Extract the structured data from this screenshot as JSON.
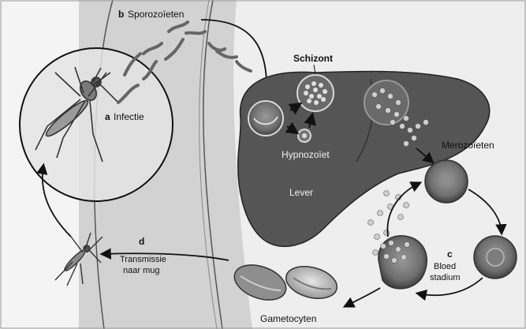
{
  "labels": {
    "a_letter": "a",
    "a_text": "Infectie",
    "b_letter": "b",
    "b_text": "Sporozoïeten",
    "schizont": "Schizont",
    "hypnozoiet": "Hypnozoïet",
    "lever": "Lever",
    "merozoieten": "Merozoïeten",
    "c_letter": "c",
    "c_line1": "Bloed",
    "c_line2": "stadium",
    "d_letter": "d",
    "d_line1": "Transmissie",
    "d_line2": "naar mug",
    "gametocyten": "Gametocyten"
  },
  "colors": {
    "background": "#eeeeee",
    "skin": "#d4d4d4",
    "liver": "#555555",
    "cell": "#7a7a7a",
    "cell_light": "#cfcfcf",
    "outline": "#222222"
  }
}
